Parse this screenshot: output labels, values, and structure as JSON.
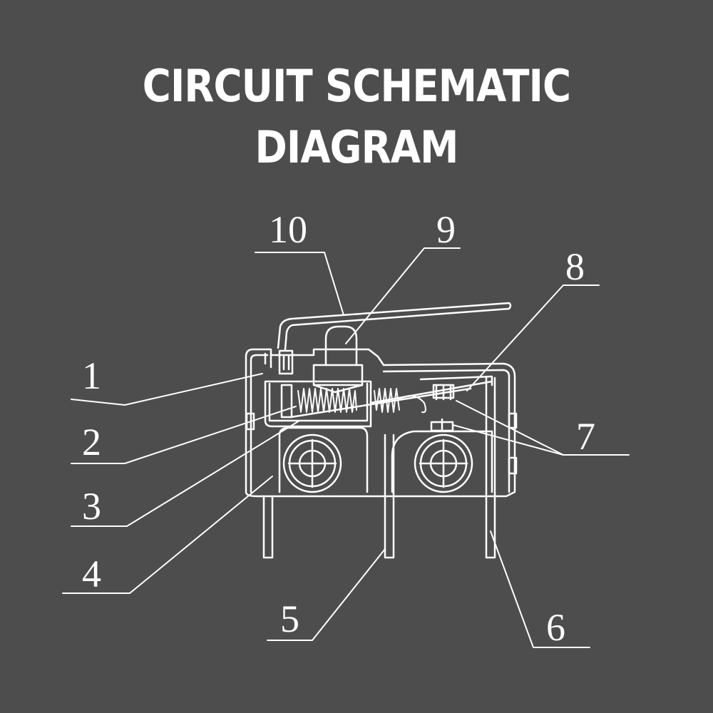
{
  "title": {
    "line1": "CIRCUIT SCHEMATIC",
    "line2": "DIAGRAM"
  },
  "callouts": [
    "1",
    "2",
    "3",
    "4",
    "5",
    "6",
    "7",
    "8",
    "9",
    "10"
  ]
}
